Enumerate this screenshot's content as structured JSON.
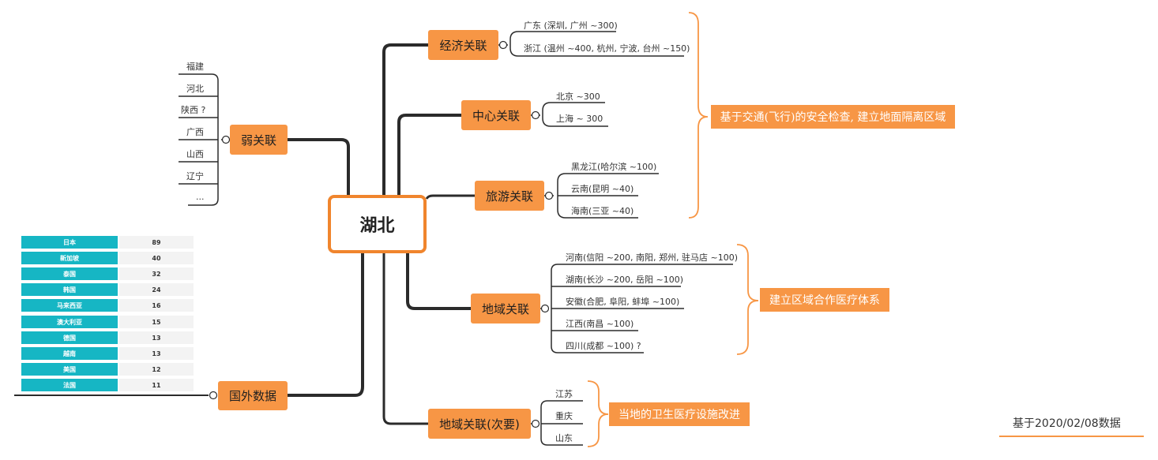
{
  "root": "湖北",
  "branches": {
    "economic": {
      "label": "经济关联",
      "items": [
        "广东 (深圳, 广州 ~300)",
        "浙江 (温州 ~400, 杭州, 宁波, 台州 ~150)"
      ]
    },
    "center": {
      "label": "中心关联",
      "items": [
        "北京 ~300",
        "上海 ~ 300"
      ]
    },
    "tourism": {
      "label": "旅游关联",
      "items": [
        "黑龙江(哈尔滨 ~100)",
        "云南(昆明 ~40)",
        "海南(三亚 ~40)"
      ]
    },
    "regional": {
      "label": "地域关联",
      "items": [
        "河南(信阳 ~200, 南阳, 郑州, 驻马店 ~100)",
        "湖南(长沙 ~200, 岳阳 ~100)",
        "安徽(合肥, 阜阳,  蚌埠 ~100)",
        "江西(南昌 ~100)",
        "四川(成都 ~100) ?"
      ]
    },
    "regional_minor": {
      "label": "地域关联(次要)",
      "items": [
        "江苏",
        "重庆",
        "山东"
      ]
    },
    "weak": {
      "label": "弱关联",
      "items": [
        "福建",
        "河北",
        "陕西 ?",
        "广西",
        "山西",
        "辽宁",
        "..."
      ]
    },
    "foreign": {
      "label": "国外数据"
    }
  },
  "notes": {
    "transport": "基于交通(飞行)的安全检查, 建立地面隔离区域",
    "medical": "建立区域合作医疗体系",
    "health": "当地的卫生医疗设施改进"
  },
  "foreign_table": [
    {
      "country": "日本",
      "count": 89
    },
    {
      "country": "新加坡",
      "count": 40
    },
    {
      "country": "泰国",
      "count": 32
    },
    {
      "country": "韩国",
      "count": 24
    },
    {
      "country": "马来西亚",
      "count": 16
    },
    {
      "country": "澳大利亚",
      "count": 15
    },
    {
      "country": "德国",
      "count": 13
    },
    {
      "country": "越南",
      "count": 13
    },
    {
      "country": "美国",
      "count": 12
    },
    {
      "country": "法国",
      "count": 11
    }
  ],
  "footer": "基于2020/02/08数据",
  "colors": {
    "accent": "#f79645",
    "root_border": "#f0852d",
    "table_header": "#16b6c4",
    "connector": "#2b2b2b"
  }
}
